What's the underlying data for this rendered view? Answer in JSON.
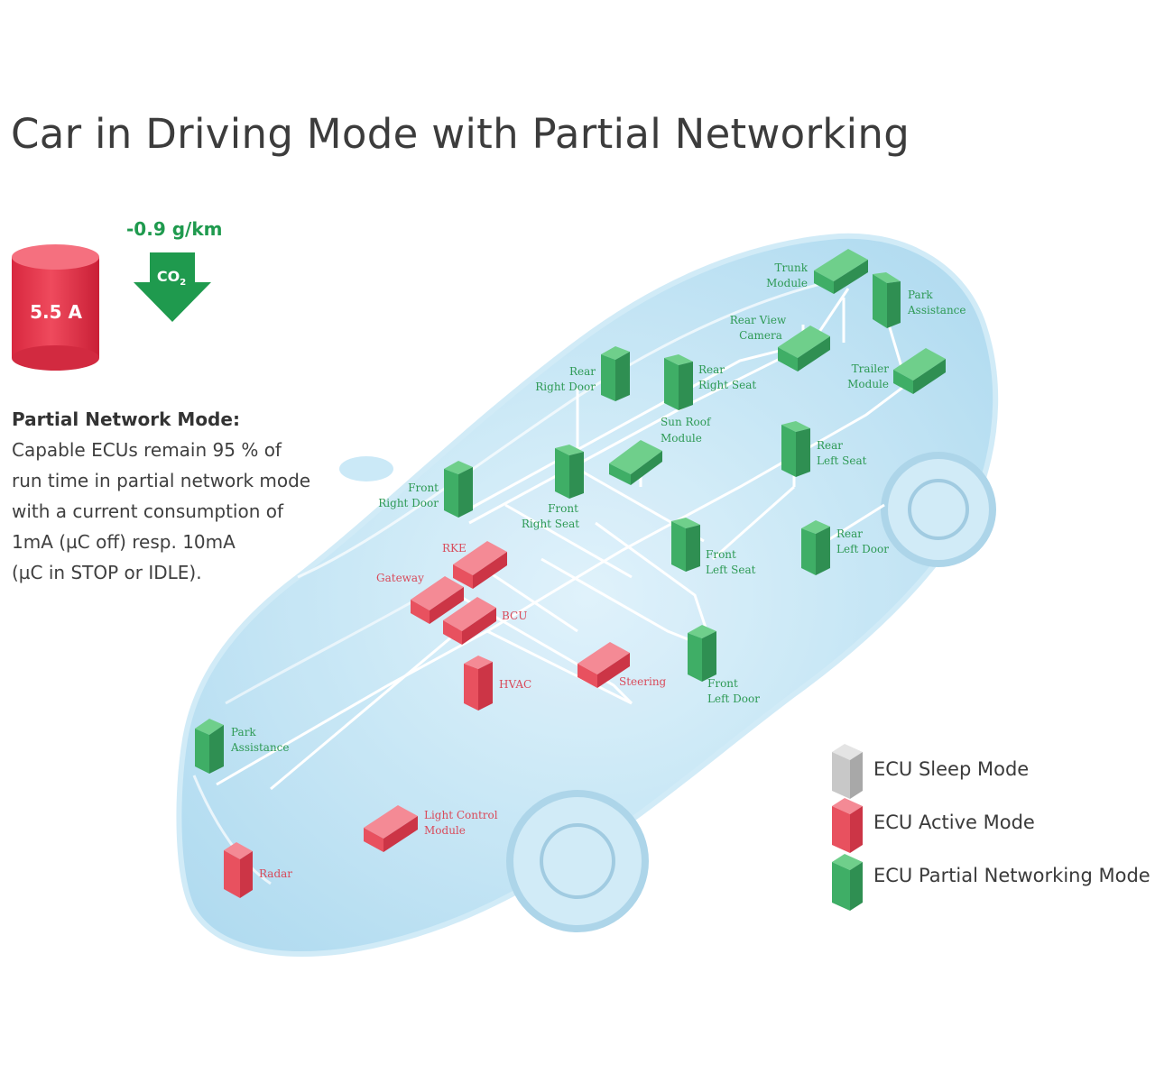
{
  "title": "Car in Driving Mode with Partial Networking",
  "current": "5.5 A",
  "co2": {
    "value": "-0.9 g/km",
    "label_main": "CO",
    "label_sub": "2"
  },
  "info": {
    "heading": "Partial Network Mode:",
    "lines": [
      "Capable ECUs remain 95 % of",
      "run time in partial network mode",
      "with a current consumption of",
      "1mA (µC off) resp. 10mA",
      "(µC in STOP or IDLE)."
    ]
  },
  "legend": [
    {
      "label": "ECU Sleep Mode",
      "color": "#c8c8c8"
    },
    {
      "label": "ECU Active Mode",
      "color": "#e8515f"
    },
    {
      "label": "ECU Partial Networking Mode",
      "color": "#3fae66"
    }
  ],
  "colors": {
    "active": "#e8515f",
    "partial": "#3fae66",
    "sleep": "#c8c8c8",
    "co2_green": "#1f9a4e",
    "car_body": "#bfe3f5"
  },
  "ecus": {
    "trunk": [
      "Trunk",
      "Module"
    ],
    "park_rear": [
      "Park",
      "Assistance"
    ],
    "rear_camera": [
      "Rear View",
      "Camera"
    ],
    "trailer": [
      "Trailer",
      "Module"
    ],
    "rear_right_door": [
      "Rear",
      "Right Door"
    ],
    "rear_right_seat": [
      "Rear",
      "Right Seat"
    ],
    "sun_roof": [
      "Sun Roof",
      "Module"
    ],
    "rear_left_seat": [
      "Rear",
      "Left Seat"
    ],
    "front_right_door": [
      "Front",
      "Right Door"
    ],
    "front_right_seat": [
      "Front",
      "Right Seat"
    ],
    "front_left_seat": [
      "Front",
      "Left Seat"
    ],
    "rear_left_door": [
      "Rear",
      "Left Door"
    ],
    "rke": [
      "RKE"
    ],
    "gateway": [
      "Gateway"
    ],
    "bcu": [
      "BCU"
    ],
    "hvac": [
      "HVAC"
    ],
    "steering": [
      "Steering"
    ],
    "front_left_door": [
      "Front",
      "Left Door"
    ],
    "park_front": [
      "Park",
      "Assistance"
    ],
    "light_control": [
      "Light Control",
      "Module"
    ],
    "radar": [
      "Radar"
    ]
  }
}
